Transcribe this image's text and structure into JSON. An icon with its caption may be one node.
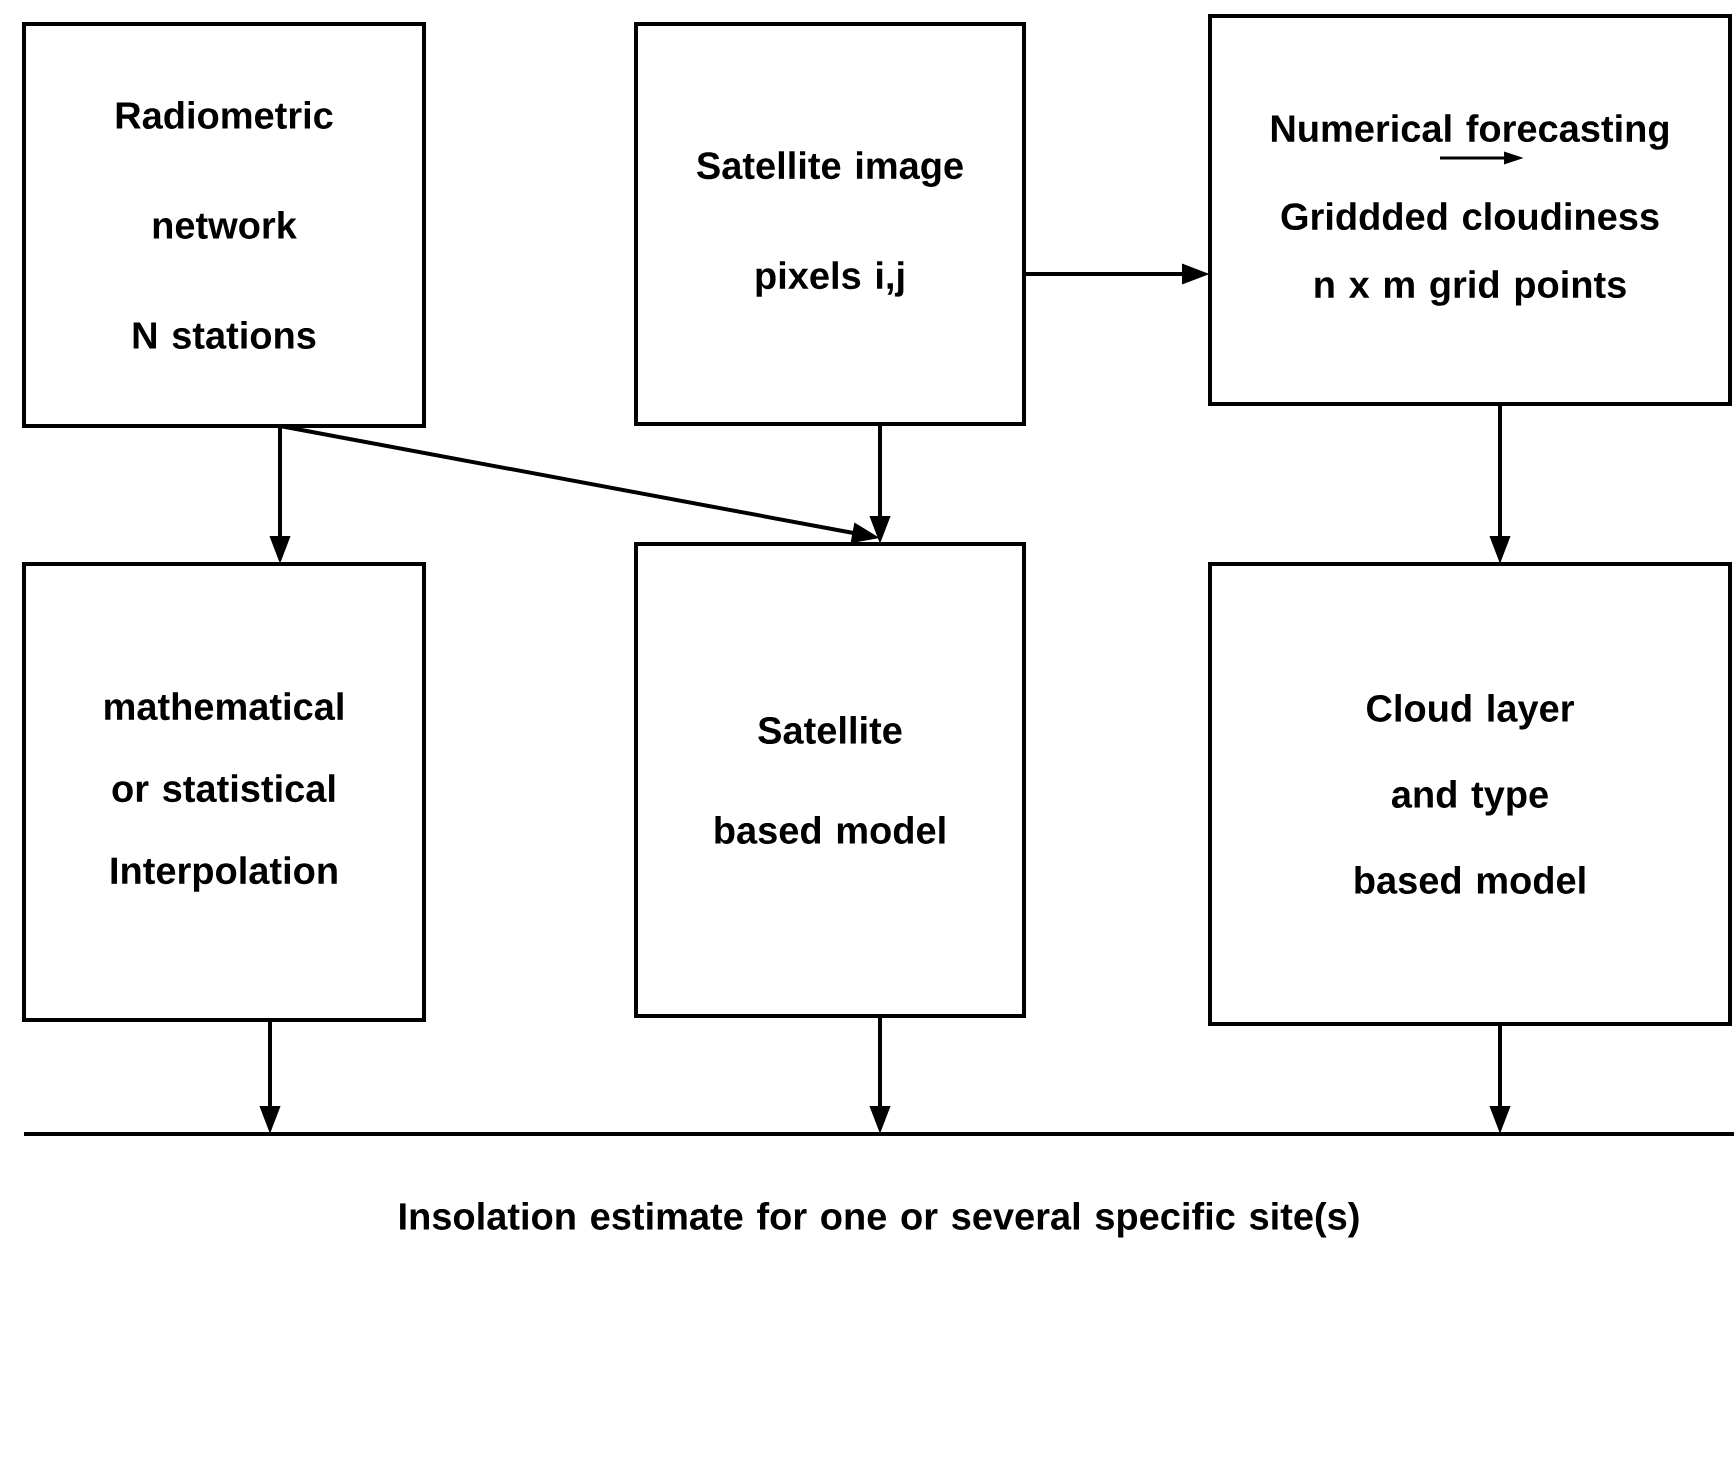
{
  "diagram": {
    "nodes": [
      {
        "text": [
          "Radiometric network",
          "N stations"
        ]
      },
      {
        "text": [
          "Satellite image",
          "pixels i,j"
        ]
      },
      {
        "text": [
          "Numerical forecasting",
          "Griddded cloudiness",
          "n x m grid points"
        ]
      },
      {
        "text": [
          "mathematical or statistical Interpolation"
        ]
      },
      {
        "text": [
          "Satellite based model"
        ]
      },
      {
        "text": [
          "Cloud layer and type based model"
        ]
      },
      {
        "text": [
          "Insolation estimate for one or several specific site(s)"
        ]
      }
    ],
    "edges": [
      {
        "from": 0,
        "to": 3,
        "arrow": "to"
      },
      {
        "from": 0,
        "to": 4,
        "arrow": "to"
      },
      {
        "from": 1,
        "to": 4,
        "arrow": "to"
      },
      {
        "from": 1,
        "to": 2,
        "arrow": "to"
      },
      {
        "from": 2,
        "to": 5,
        "arrow": "to"
      },
      {
        "from": 3,
        "to": 6,
        "arrow": "to"
      },
      {
        "from": 4,
        "to": 6,
        "arrow": "to"
      },
      {
        "from": 5,
        "to": 6,
        "arrow": "to"
      }
    ]
  }
}
